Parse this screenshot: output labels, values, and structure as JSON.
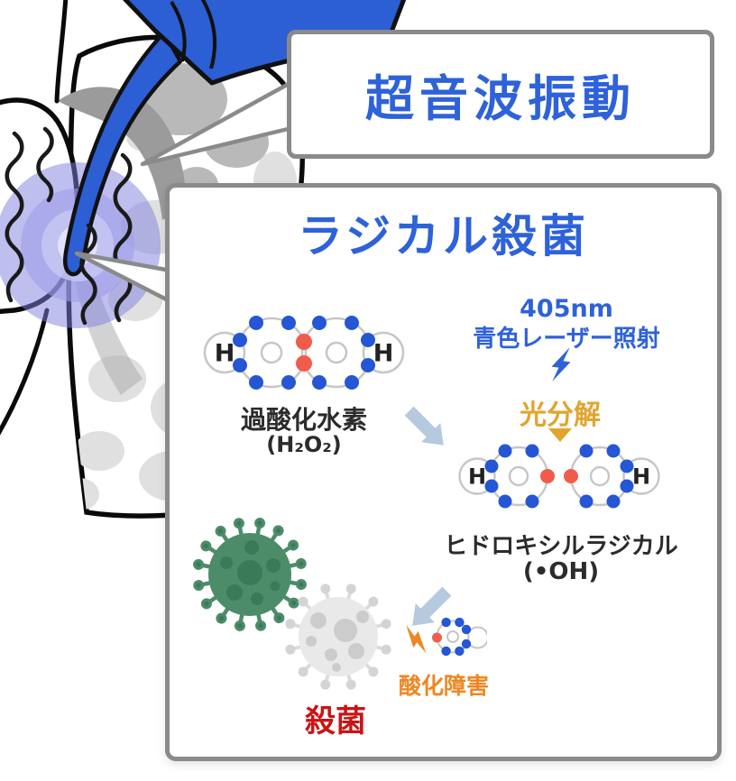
{
  "ultrasonic_callout": {
    "label": "超音波振動"
  },
  "radical_panel": {
    "title": "ラジカル殺菌",
    "hydrogen_peroxide": {
      "name": "過酸化水素",
      "formula": "(H₂O₂)",
      "atom_h": "H"
    },
    "laser": {
      "wavelength": "405nm",
      "label": "青色レーザー照射"
    },
    "photolysis": {
      "label": "光分解"
    },
    "hydroxyl_radical": {
      "name": "ヒドロキシルラジカル",
      "formula": "(•OH)",
      "atom_h": "H"
    },
    "oxidative_damage": {
      "label": "酸化障害"
    },
    "sterilization": {
      "label": "殺菌"
    }
  },
  "colors": {
    "accent_blue": "#2E62D9",
    "photolysis_gold": "#E0A52E",
    "damage_orange": "#EE8722",
    "sterilization_red": "#C91515",
    "arrow_blue_gray": "#B5CADF",
    "electron_blue": "#2456D6",
    "electron_red": "#F15B4B",
    "virus_green": "#4C8C69",
    "virus_gray": "#E9E9E9",
    "border_gray": "#8A8A8A",
    "instrument_blue": "#2C5ED4",
    "glow_purple": "#7E7EDF"
  }
}
